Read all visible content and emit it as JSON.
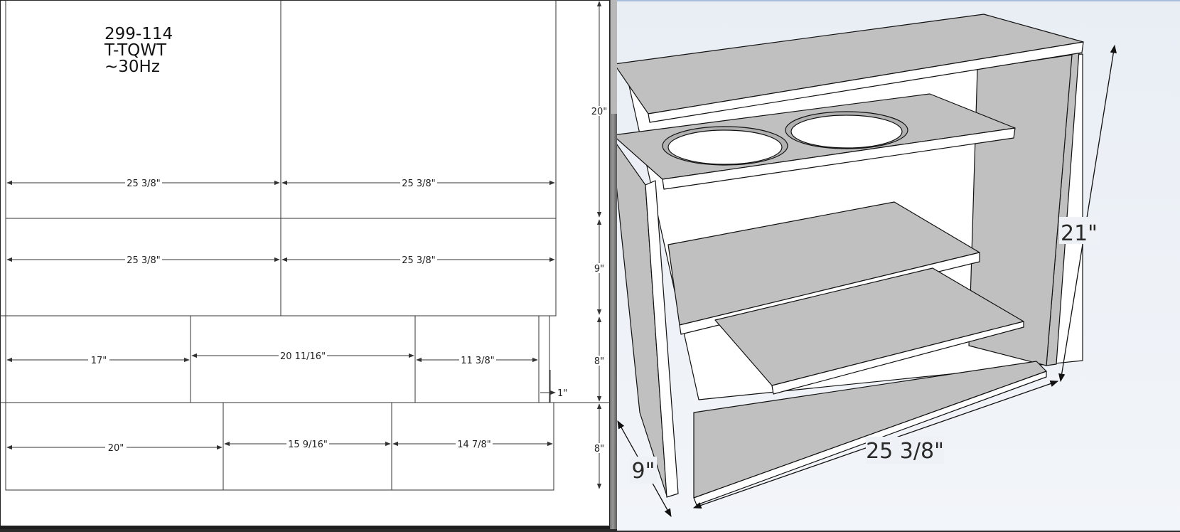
{
  "cutsheet": {
    "title_lines": [
      "299-114",
      "T-TQWT",
      "~30Hz"
    ],
    "row1": {
      "left": "25 3/8\"",
      "right": "25 3/8\"",
      "height": "20\""
    },
    "row2": {
      "left": "25 3/8\"",
      "right": "25 3/8\"",
      "height": "9\""
    },
    "row3": {
      "a": "17\"",
      "b": "20 11/16\"",
      "c": "11 3/8\"",
      "d": "1\"",
      "height": "8\""
    },
    "row4": {
      "a": "20\"",
      "b": "15 9/16\"",
      "c": "14 7/8\"",
      "height": "8\""
    }
  },
  "model": {
    "height_label": "21\"",
    "width_label": "25 3/8\"",
    "depth_label": "9\""
  },
  "colors": {
    "panel_grey": "#c0c0c0",
    "panel_edge": "#ffffff",
    "outline": "#111111",
    "viewport_bg": "#eef2f7"
  }
}
